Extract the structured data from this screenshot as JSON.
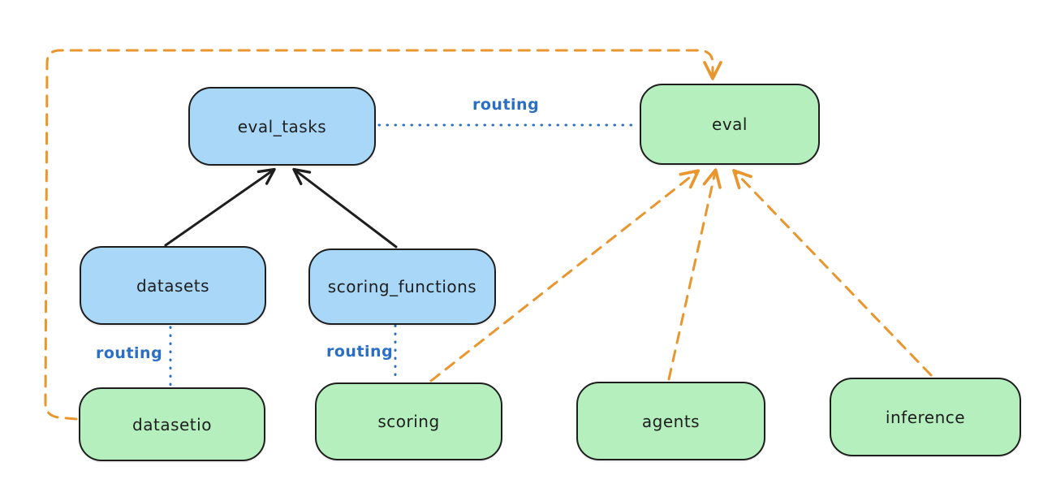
{
  "diagram": {
    "background_color": "#ffffff",
    "colors": {
      "api_node_fill_blue": "#a8d7f8",
      "provider_node_fill_green": "#b5efbe",
      "node_stroke": "#1e1e1e",
      "routing_blue": "#2b6fc4",
      "dashed_orange": "#e8962d",
      "solid_arrow_black": "#1e1e1e"
    },
    "nodes": [
      {
        "id": "eval_tasks",
        "label": "eval_tasks",
        "fill": "blue"
      },
      {
        "id": "eval",
        "label": "eval",
        "fill": "green"
      },
      {
        "id": "datasets",
        "label": "datasets",
        "fill": "blue"
      },
      {
        "id": "scoring_functions",
        "label": "scoring_functions",
        "fill": "blue"
      },
      {
        "id": "datasetio",
        "label": "datasetio",
        "fill": "green"
      },
      {
        "id": "scoring",
        "label": "scoring",
        "fill": "green"
      },
      {
        "id": "agents",
        "label": "agents",
        "fill": "green"
      },
      {
        "id": "inference",
        "label": "inference",
        "fill": "green"
      }
    ],
    "edges": [
      {
        "from": "datasets",
        "to": "eval_tasks",
        "style": "solid-black-arrow",
        "label": ""
      },
      {
        "from": "scoring_functions",
        "to": "eval_tasks",
        "style": "solid-black-arrow",
        "label": ""
      },
      {
        "from": "eval_tasks",
        "to": "eval",
        "style": "dotted-blue",
        "label": "routing"
      },
      {
        "from": "datasets",
        "to": "datasetio",
        "style": "dotted-blue",
        "label": "routing"
      },
      {
        "from": "scoring_functions",
        "to": "scoring",
        "style": "dotted-blue",
        "label": "routing"
      },
      {
        "from": "datasetio",
        "to": "eval",
        "style": "dashed-orange-arrow",
        "label": ""
      },
      {
        "from": "scoring",
        "to": "eval",
        "style": "dashed-orange-arrow",
        "label": ""
      },
      {
        "from": "agents",
        "to": "eval",
        "style": "dashed-orange-arrow",
        "label": ""
      },
      {
        "from": "inference",
        "to": "eval",
        "style": "dashed-orange-arrow",
        "label": ""
      }
    ]
  }
}
